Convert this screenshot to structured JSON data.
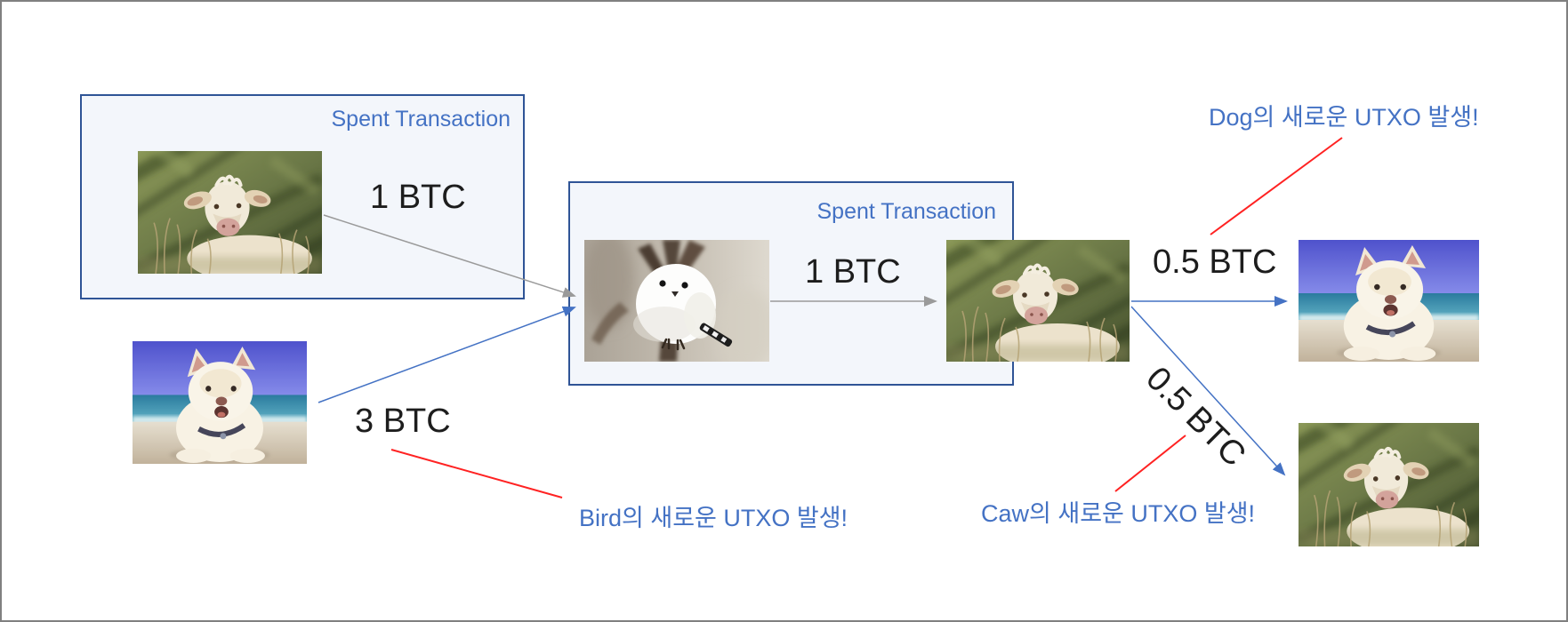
{
  "boxes": {
    "left": {
      "label": "Spent Transaction"
    },
    "middle": {
      "label": "Spent Transaction"
    }
  },
  "amounts": {
    "cow_input": "1 BTC",
    "dog_input": "3 BTC",
    "tx_internal": "1 BTC",
    "out_dog": "0.5 BTC",
    "out_caw": "0.5 BTC"
  },
  "annotations": {
    "dog": "Dog의 새로운 UTXO 발생!",
    "bird": "Bird의 새로운 UTXO 발생!",
    "caw": "Caw의 새로운 UTXO 발생!"
  },
  "images": {
    "cow": "cow-photo",
    "dog": "dog-photo",
    "bird": "bird-photo"
  },
  "colors": {
    "box_border": "#2F5496",
    "box_fill": "#F3F6FB",
    "heading_blue": "#4472C4",
    "annotation_blue": "#4472C4",
    "arrow_gray": "#9A9A9A",
    "arrow_blue": "#4472C4",
    "callout_red": "#FF2222",
    "amount_text": "#1D1D1D",
    "frame_border": "#808080"
  }
}
